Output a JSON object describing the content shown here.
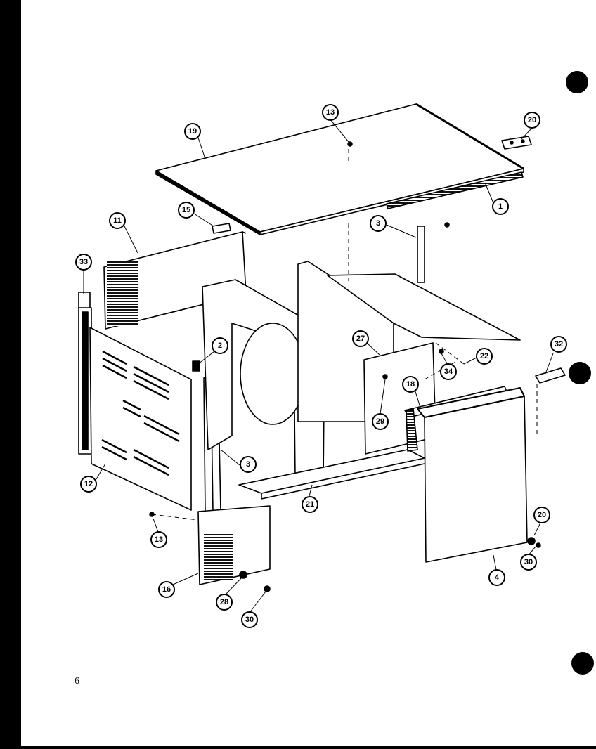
{
  "page_number": "6",
  "callouts": [
    "13",
    "19",
    "20",
    "1",
    "15",
    "3",
    "11",
    "33",
    "2",
    "27",
    "34",
    "22",
    "32",
    "18",
    "29",
    "12",
    "3",
    "21",
    "13",
    "16",
    "28",
    "30",
    "20",
    "30",
    "4"
  ]
}
